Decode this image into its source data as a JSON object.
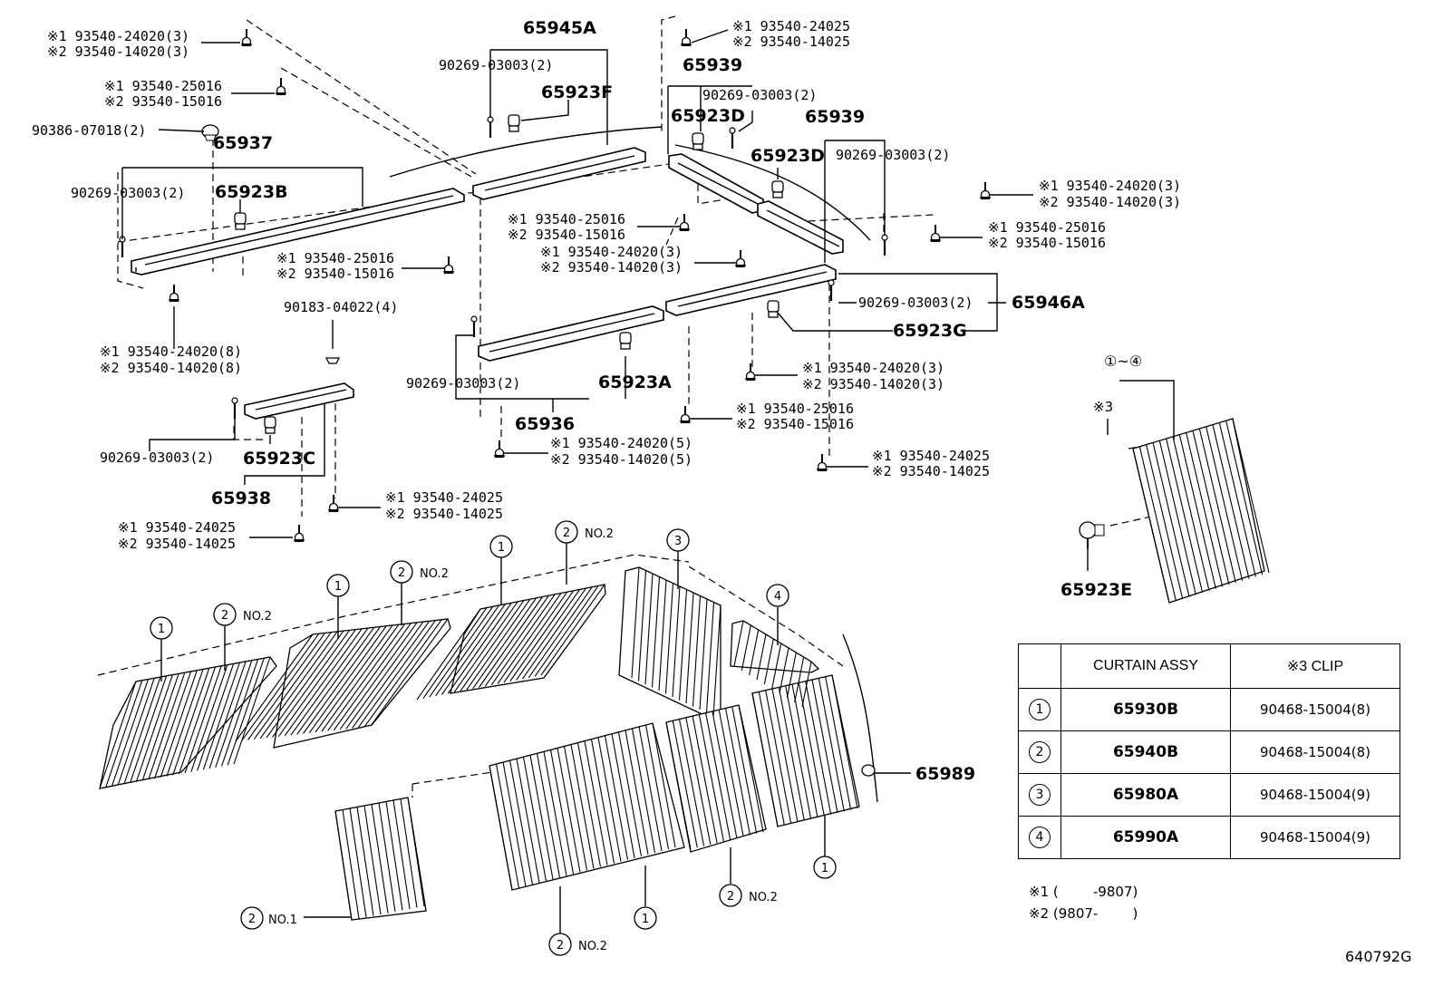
{
  "diagram": {
    "labels": {
      "l01a": "※1 93540-24020(3)",
      "l01b": "※2 93540-14020(3)",
      "l02a": "※1 93540-25016",
      "l02b": "※2 93540-15016",
      "l03": "90386-07018(2)",
      "l04": "65937",
      "l05": "90269-03003(2)",
      "l06": "65923B",
      "l07a": "※1 93540-25016",
      "l07b": "※2 93540-15016",
      "l08a": "※1 93540-24020(8)",
      "l08b": "※2 93540-14020(8)",
      "l09": "65945A",
      "l10": "90269-03003(2)",
      "l11": "65923F",
      "l12a": "※1 93540-25016",
      "l12b": "※2 93540-15016",
      "l13a": "※1 93540-24020(3)",
      "l13b": "※2 93540-14020(3)",
      "l14a": "※1 93540-24025",
      "l14b": "※2 93540-14025",
      "l15": "65939",
      "l16": "90269-03003(2)",
      "l17": "65923D",
      "l18": "65939",
      "l19": "65923D",
      "l20": "90269-03003(2)",
      "l21a": "※1 93540-24020(3)",
      "l21b": "※2 93540-14020(3)",
      "l22a": "※1 93540-25016",
      "l22b": "※2 93540-15016",
      "l23": "90269-03003(2)",
      "l24": "65946A",
      "l25": "65923G",
      "l26": "90183-04022(4)",
      "l27": "90269-03003(2)",
      "l28": "65923A",
      "l29": "65936",
      "l30a": "※1 93540-24020(3)",
      "l30b": "※2 93540-14020(3)",
      "l31a": "※1 93540-25016",
      "l31b": "※2 93540-15016",
      "l32a": "※1 93540-24020(5)",
      "l32b": "※2 93540-14020(5)",
      "l33a": "※1 93540-24025",
      "l33b": "※2 93540-14025",
      "l34": "90269-03003(2)",
      "l35": "65923C",
      "l36": "65938",
      "l37a": "※1 93540-24025",
      "l37b": "※2 93540-14025",
      "l38a": "※1 93540-24025",
      "l38b": "※2 93540-14025",
      "l39": "①~④",
      "l40": "※3",
      "l41": "65923E",
      "l42": "65989",
      "no1": "NO.1",
      "no2": "NO.2"
    },
    "callouts": [
      "1",
      "2",
      "3",
      "4"
    ]
  },
  "legend": {
    "headers": [
      "",
      "CURTAIN ASSY",
      "※3 CLIP"
    ],
    "rows": [
      {
        "num": "1",
        "assy": "65930B",
        "clip": "90468-15004(8)"
      },
      {
        "num": "2",
        "assy": "65940B",
        "clip": "90468-15004(8)"
      },
      {
        "num": "3",
        "assy": "65980A",
        "clip": "90468-15004(9)"
      },
      {
        "num": "4",
        "assy": "65990A",
        "clip": "90468-15004(9)"
      }
    ]
  },
  "notes": {
    "n1": "※1 (        -9807)",
    "n2": "※2 (9807-        )"
  },
  "diagram_id": "640792G"
}
